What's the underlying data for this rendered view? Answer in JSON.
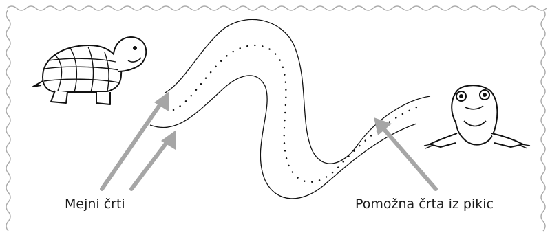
{
  "labels": {
    "boundary_lines": "Mejni črti",
    "guide_line": "Pomožna črta iz pikic"
  },
  "figures": {
    "left_animal": "turtle",
    "right_animal": "frog"
  },
  "colors": {
    "border": "#aaaaaa",
    "arrow": "#a6a6a6",
    "line": "#111111",
    "background": "#ffffff"
  }
}
